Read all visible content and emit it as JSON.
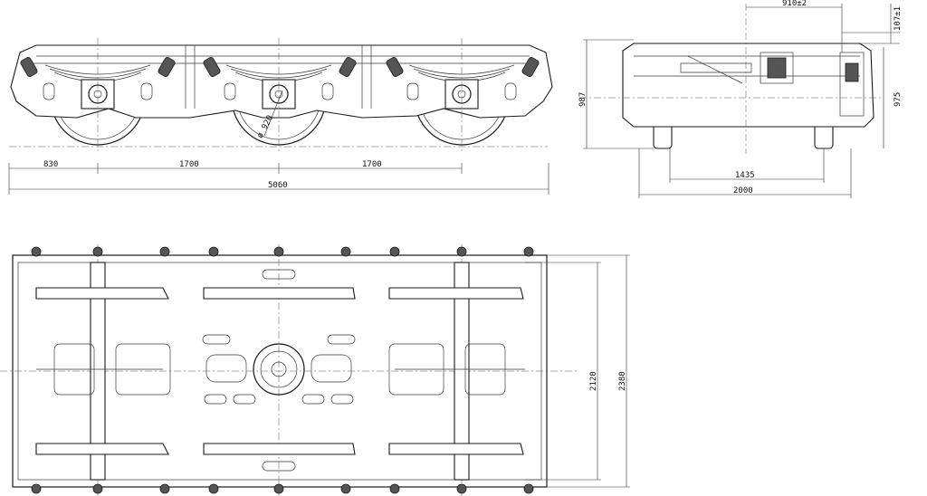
{
  "dimensions": {
    "side_830": "830",
    "side_1700_a": "1700",
    "side_1700_b": "1700",
    "side_total": "5060",
    "wheel_dia": "ø 920",
    "end_910": "910±2",
    "end_107": "107±1",
    "end_987": "987",
    "end_975": "975",
    "end_1435": "1435",
    "end_2000": "2000",
    "plan_2120": "2120",
    "plan_2380": "2380"
  },
  "colors": {
    "line": "#1a1a1a",
    "paper": "#ffffff"
  }
}
